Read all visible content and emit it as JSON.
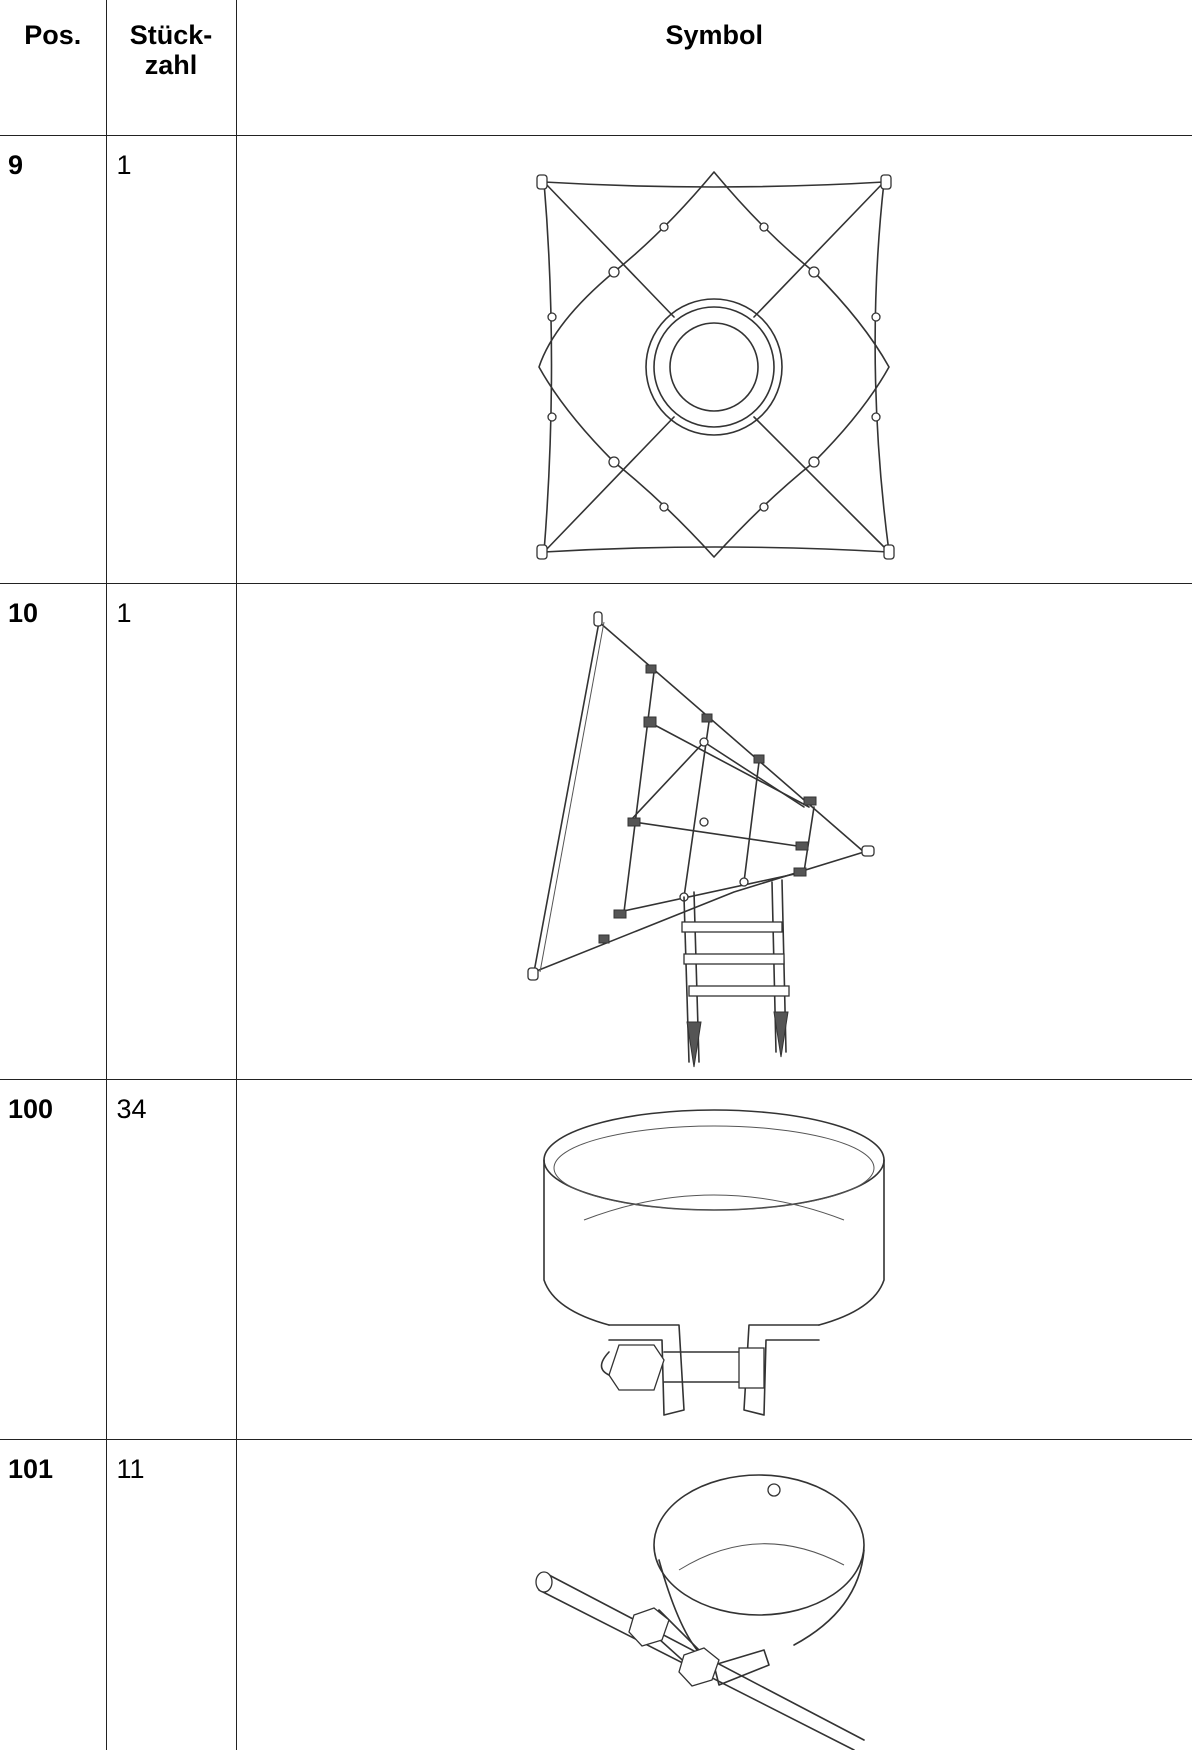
{
  "table": {
    "headers": {
      "pos": "Pos.",
      "qty_line1": "Stück-",
      "qty_line2": "zahl",
      "symbol": "Symbol"
    },
    "rows": [
      {
        "pos": "9",
        "qty": "1",
        "symbol": "square-net-with-ring-icon"
      },
      {
        "pos": "10",
        "qty": "1",
        "symbol": "triangular-net-with-ladder-icon"
      },
      {
        "pos": "100",
        "qty": "34",
        "symbol": "pipe-clamp-with-bolt-icon"
      },
      {
        "pos": "101",
        "qty": "11",
        "symbol": "pipe-clamp-with-rod-icon"
      }
    ]
  }
}
